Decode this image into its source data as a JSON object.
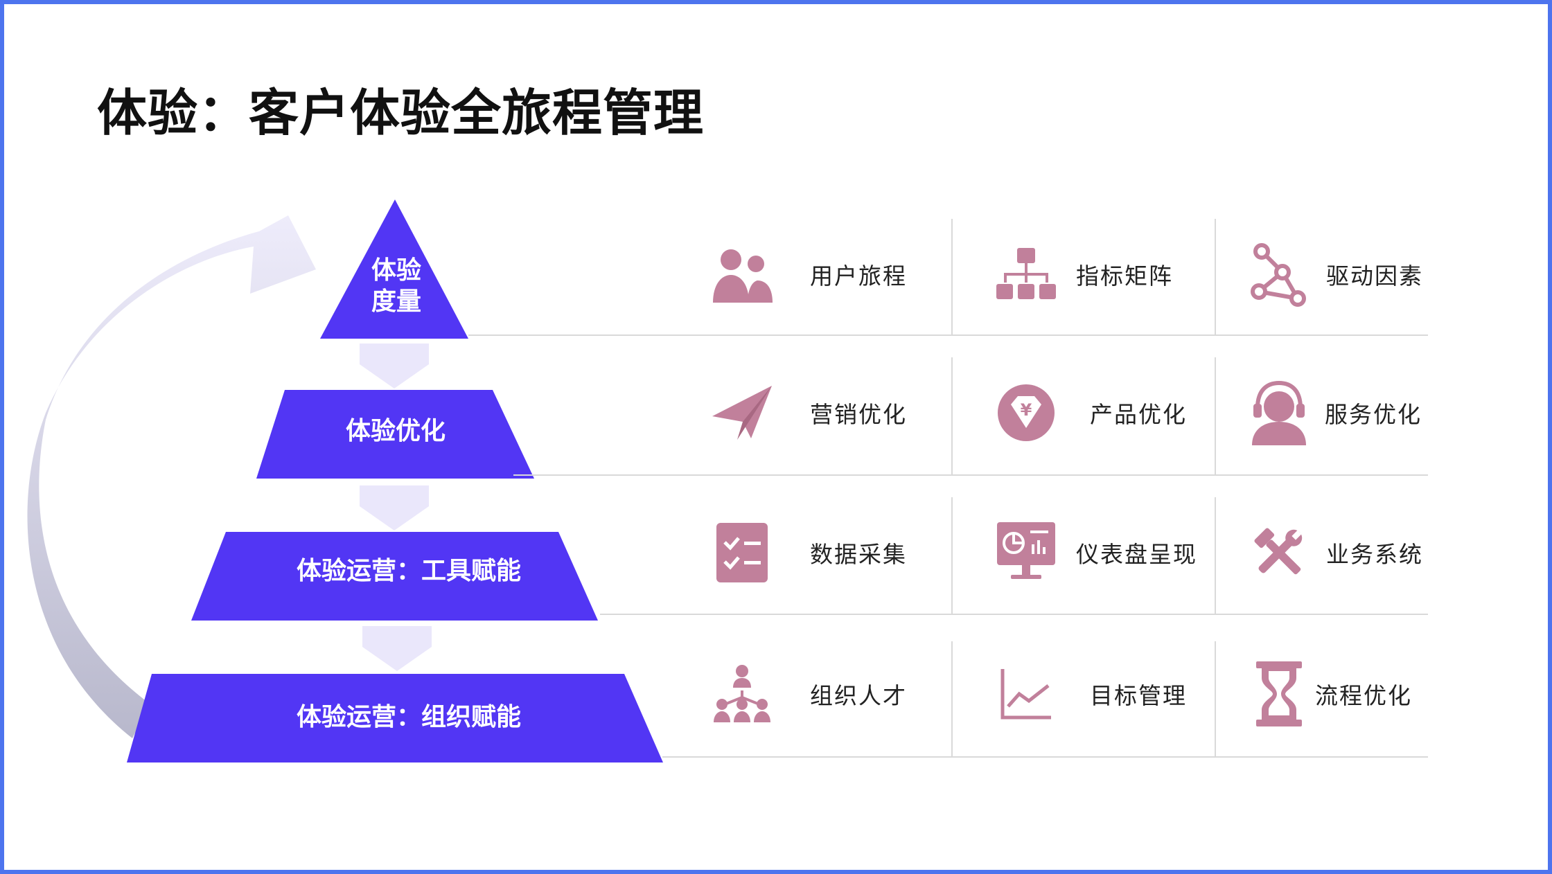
{
  "title": "体验：客户体验全旅程管理",
  "colors": {
    "border": "#4d74ee",
    "pyramid": "#5236f4",
    "chevron": "#eae7fb",
    "icon": "#c1809b",
    "cycle_arrow_light": "#ebe9fb",
    "cycle_arrow_dark": "#bcbcd0"
  },
  "pyramid": {
    "levels": [
      {
        "line1": "体验",
        "line2": "度量"
      },
      {
        "label": "体验优化"
      },
      {
        "label": "体验运营：工具赋能"
      },
      {
        "label": "体验运营：组织赋能"
      }
    ]
  },
  "grid": {
    "rows": [
      {
        "cells": [
          {
            "icon": "users-icon",
            "label": "用户旅程"
          },
          {
            "icon": "hierarchy-icon",
            "label": "指标矩阵"
          },
          {
            "icon": "nodes-icon",
            "label": "驱动因素"
          }
        ]
      },
      {
        "cells": [
          {
            "icon": "paper-plane-icon",
            "label": "营销优化"
          },
          {
            "icon": "diamond-icon",
            "label": "产品优化"
          },
          {
            "icon": "headset-icon",
            "label": "服务优化"
          }
        ]
      },
      {
        "cells": [
          {
            "icon": "checklist-icon",
            "label": "数据采集"
          },
          {
            "icon": "dashboard-icon",
            "label": "仪表盘呈现"
          },
          {
            "icon": "tools-icon",
            "label": "业务系统"
          }
        ]
      },
      {
        "cells": [
          {
            "icon": "org-people-icon",
            "label": "组织人才"
          },
          {
            "icon": "line-chart-icon",
            "label": "目标管理"
          },
          {
            "icon": "hourglass-icon",
            "label": "流程优化"
          }
        ]
      }
    ]
  }
}
